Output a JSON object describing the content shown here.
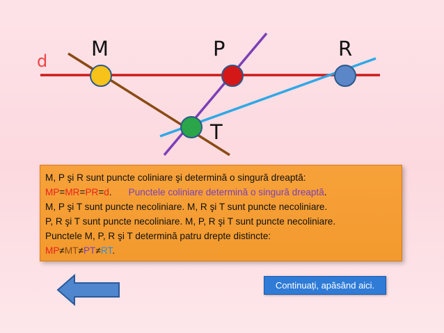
{
  "labels": {
    "line_d": "d",
    "M": "M",
    "P": "P",
    "R": "R",
    "T": "T"
  },
  "colors": {
    "line_d": "#cc1a1a",
    "line_MT": "#8a4a12",
    "line_PT": "#7b3fb6",
    "line_RT": "#2fa8e6",
    "point_M": "#f7c21a",
    "point_P": "#d41818",
    "point_R": "#5b86c8",
    "point_T": "#2aa54a"
  },
  "info": {
    "line1": "M, P şi R sunt puncte coliniare şi determină o singură dreaptă:",
    "l2_MP": "MP",
    "l2_eq1": "=",
    "l2_MR": "MR",
    "l2_eq2": "=",
    "l2_PR": "PR",
    "l2_eq3": "=",
    "l2_d": "d",
    "l2_dot": ".",
    "l2_note": "Punctele coliniare determină o singură dreaptă",
    "l2_note_dot": ".",
    "line3": "M, P şi T sunt puncte necoliniare. M, R şi T sunt puncte necoliniare.",
    "line4": "P, R şi T sunt puncte necoliniare. M, P, R şi T sunt puncte necoliniare.",
    "line5": "Punctele M, P, R şi T determină patru drepte distincte:",
    "l6_MP": "MP",
    "l6_ne1": "≠",
    "l6_MT": "MT",
    "l6_ne2": "≠",
    "l6_PT": "PT",
    "l6_ne3": "≠",
    "l6_RT": "RT",
    "l6_dot": "."
  },
  "nav": {
    "back_icon": "left-arrow-icon",
    "continue_label": "Continuați, apăsând aici."
  }
}
